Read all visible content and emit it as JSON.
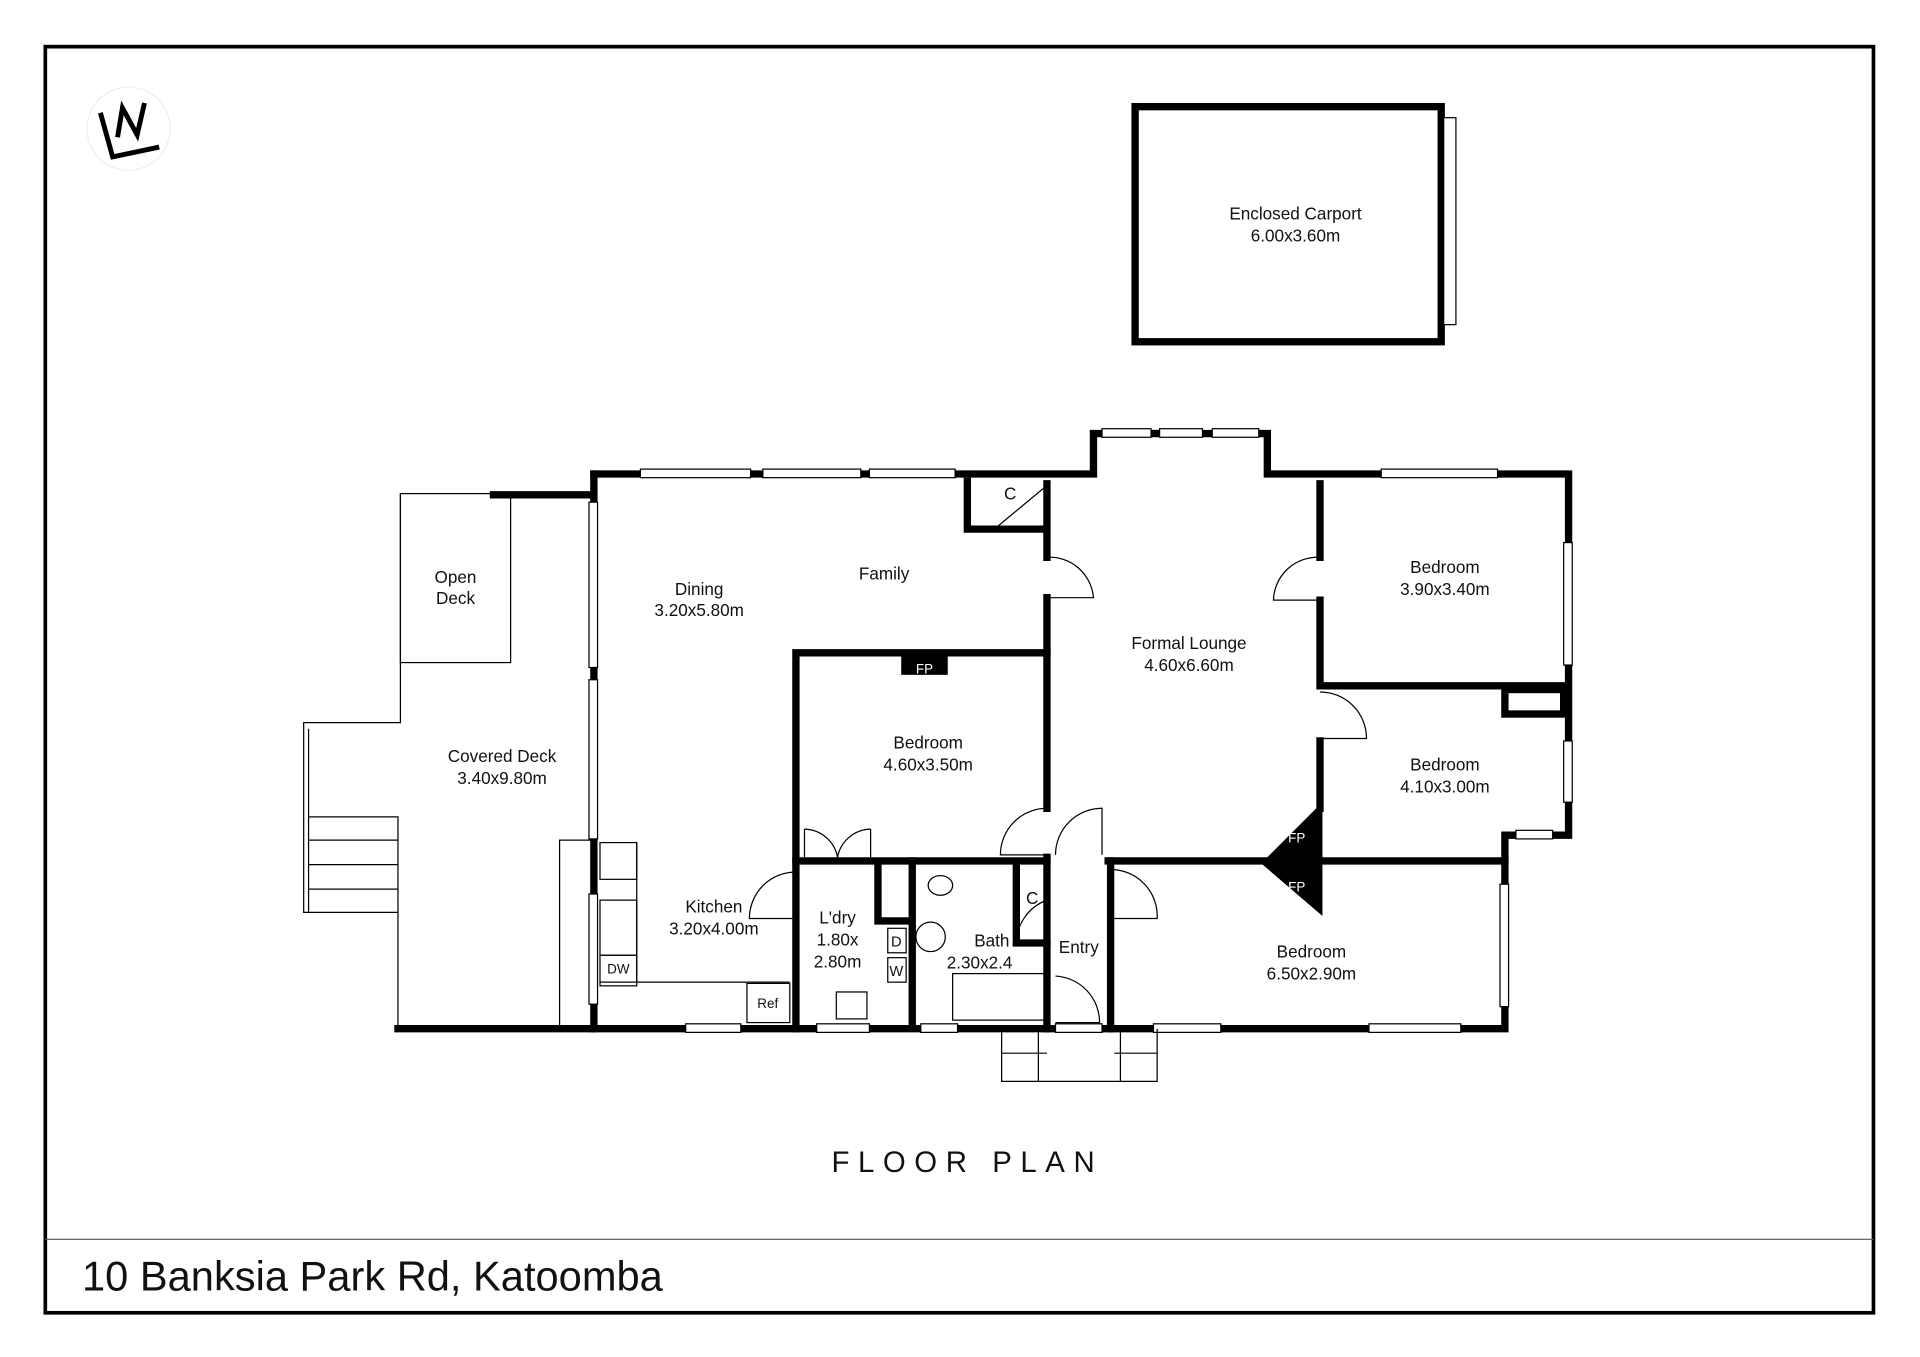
{
  "address": "10 Banksia Park Rd, Katoomba",
  "title": "FLOOR PLAN",
  "logo_text": "LN",
  "rooms": [
    {
      "name": "Enclosed Carport",
      "size": "6.00x3.60m"
    },
    {
      "name": "Open",
      "size": "Deck"
    },
    {
      "name": "Dining",
      "size": "3.20x5.80m"
    },
    {
      "name": "Family",
      "size": ""
    },
    {
      "name": "Formal Lounge",
      "size": "4.60x6.60m"
    },
    {
      "name": "Bedroom",
      "size": "3.90x3.40m"
    },
    {
      "name": "Bedroom",
      "size": "4.10x3.00m"
    },
    {
      "name": "Bedroom",
      "size": "4.60x3.50m"
    },
    {
      "name": "Covered Deck",
      "size": "3.40x9.80m"
    },
    {
      "name": "Kitchen",
      "size": "3.20x4.00m"
    },
    {
      "name": "L'dry",
      "size": "1.80x",
      "size2": "2.80m"
    },
    {
      "name": "Bath",
      "size": "2.30x2.4"
    },
    {
      "name": "Entry",
      "size": ""
    },
    {
      "name": "Bedroom",
      "size": "6.50x2.90m"
    }
  ],
  "fixtures": {
    "closet": "C",
    "fireplace": "FP",
    "dishwasher": "DW",
    "fridge": "Ref",
    "dryer": "D",
    "washer": "W"
  }
}
